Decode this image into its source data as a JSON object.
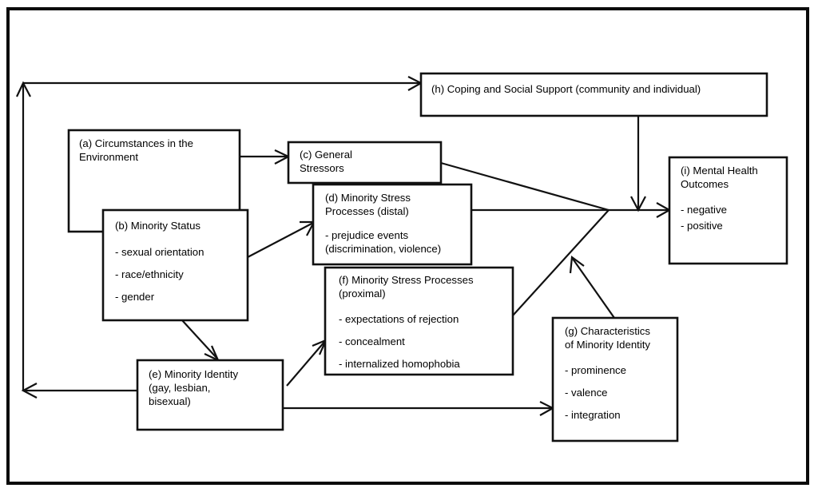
{
  "figure": {
    "type": "conceptual-model-diagram",
    "title": "Minority stress processes conceptual model",
    "border_color": "#0b0b0b",
    "box_stroke_color": "#111111",
    "arrow_color": "#111111",
    "background_color": "#ffffff"
  },
  "nodes": {
    "a": {
      "id": "a",
      "label": "(a) Circumstances in the",
      "lines": [
        "(a) Circumstances in the",
        "Environment"
      ],
      "line1": "(a) Circumstances in the",
      "line2": "Environment",
      "items": []
    },
    "b": {
      "id": "b",
      "label": "(b) Minority Status",
      "line1": "(b) Minority Status",
      "items": [
        "- sexual orientation",
        "- race/ethnicity",
        "- gender"
      ],
      "item1": "- sexual orientation",
      "item2": "- race/ethnicity",
      "item3": "- gender"
    },
    "c": {
      "id": "c",
      "label": "(c) General Stressors",
      "line1": "(c) General",
      "line2": "Stressors",
      "items": []
    },
    "d": {
      "id": "d",
      "label": "(d) Minority Stress Processes (distal)",
      "line1": "(d) Minority Stress",
      "line2": "Processes (distal)",
      "items": [
        "- prejudice events",
        "(discrimination, violence)"
      ],
      "item1": "- prejudice events",
      "item2": "(discrimination, violence)"
    },
    "e": {
      "id": "e",
      "label": "(e) Minority Identity (gay, lesbian, bisexual)",
      "line1": "(e) Minority Identity",
      "line2": "(gay, lesbian,",
      "line3": "bisexual)",
      "items": []
    },
    "f": {
      "id": "f",
      "label": "(f) Minority Stress Processes (proximal)",
      "line1": "(f) Minority Stress Processes",
      "line2": "(proximal)",
      "items": [
        "- expectations of rejection",
        "- concealment",
        "- internalized homophobia"
      ],
      "item1": "- expectations of rejection",
      "item2": "- concealment",
      "item3": "- internalized homophobia"
    },
    "g": {
      "id": "g",
      "label": "(g) Characteristics of Minority Identity",
      "line1": "(g) Characteristics",
      "line2": "of Minority Identity",
      "items": [
        "- prominence",
        "- valence",
        "- integration"
      ],
      "item1": "- prominence",
      "item2": "- valence",
      "item3": "- integration"
    },
    "h": {
      "id": "h",
      "label": "(h) Coping and Social Support (community and individual)",
      "line1": "(h) Coping and Social Support (community and individual)",
      "items": []
    },
    "i": {
      "id": "i",
      "label": "(i) Mental Health Outcomes",
      "line1": "(i) Mental Health",
      "line2": "Outcomes",
      "items": [
        "- negative",
        "- positive"
      ],
      "item1": "- negative",
      "item2": "- positive"
    }
  },
  "edges": [
    {
      "from": "a",
      "to": "c",
      "style": "solid-arrow"
    },
    {
      "from": "b",
      "to": "d",
      "style": "solid-arrow"
    },
    {
      "from": "b",
      "to": "e",
      "style": "solid-arrow"
    },
    {
      "from": "c",
      "to": "i",
      "style": "solid-arrow"
    },
    {
      "from": "d",
      "to": "i",
      "style": "solid-arrow"
    },
    {
      "from": "f",
      "to": "i",
      "style": "solid-arrow"
    },
    {
      "from": "e",
      "to": "f",
      "style": "solid-arrow"
    },
    {
      "from": "e",
      "to": "g",
      "style": "solid-arrow"
    },
    {
      "from": "g",
      "to": "f-to-i-path",
      "style": "solid-arrow"
    },
    {
      "from": "h",
      "to": "i",
      "style": "solid-arrow"
    },
    {
      "from": "feedback-left",
      "to": "h",
      "style": "solid-arrow"
    },
    {
      "from": "e",
      "to": "feedback-left",
      "style": "solid-arrow"
    }
  ]
}
